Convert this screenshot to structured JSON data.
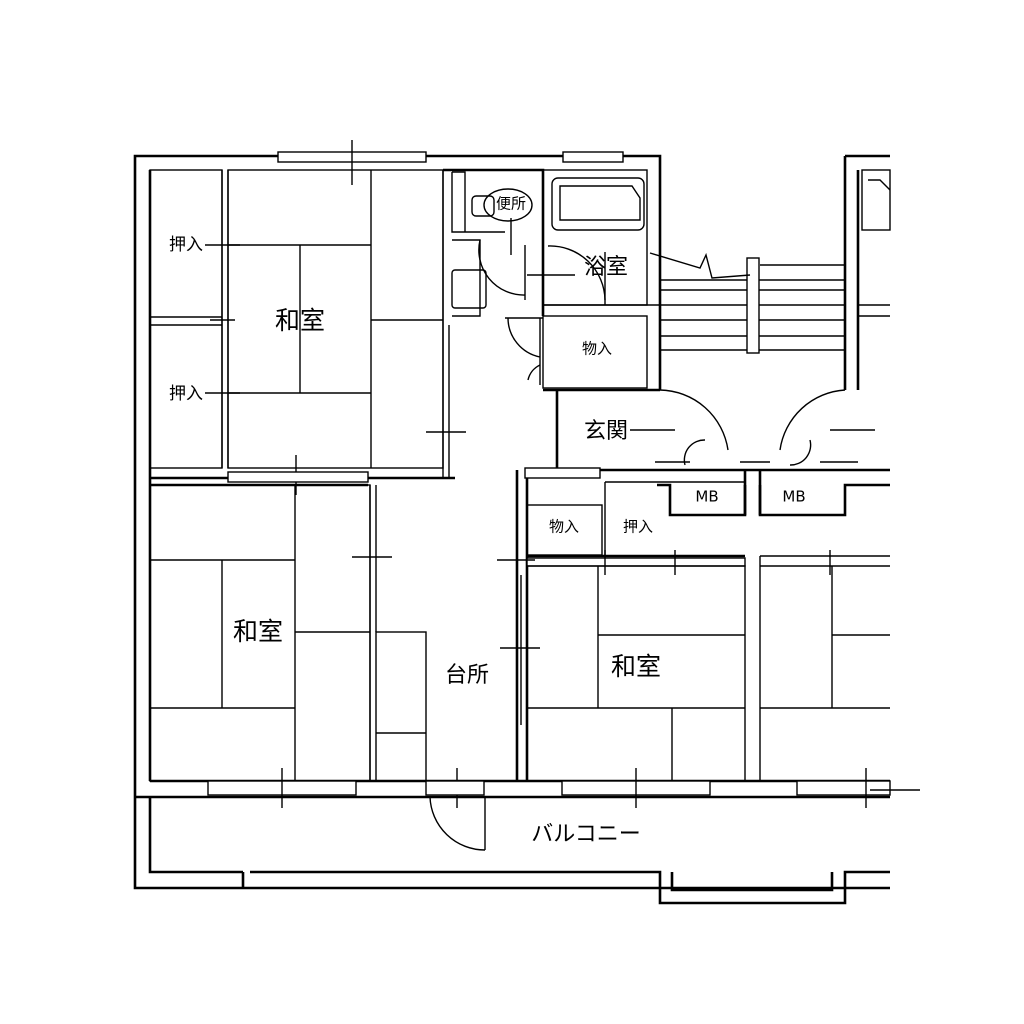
{
  "rooms": {
    "washitsu_top": "和室",
    "oshiire_upper": "押入",
    "oshiire_lower": "押入",
    "benjo": "便所",
    "yokushitsu": "浴室",
    "monoire_top": "物入",
    "genkan": "玄関",
    "mb_left": "MB",
    "mb_right": "MB",
    "monoire_mid": "物入",
    "oshiire_mid": "押入",
    "washitsu_left": "和室",
    "daidokoro": "台所",
    "washitsu_right": "和室",
    "balcony": "バルコニー"
  }
}
